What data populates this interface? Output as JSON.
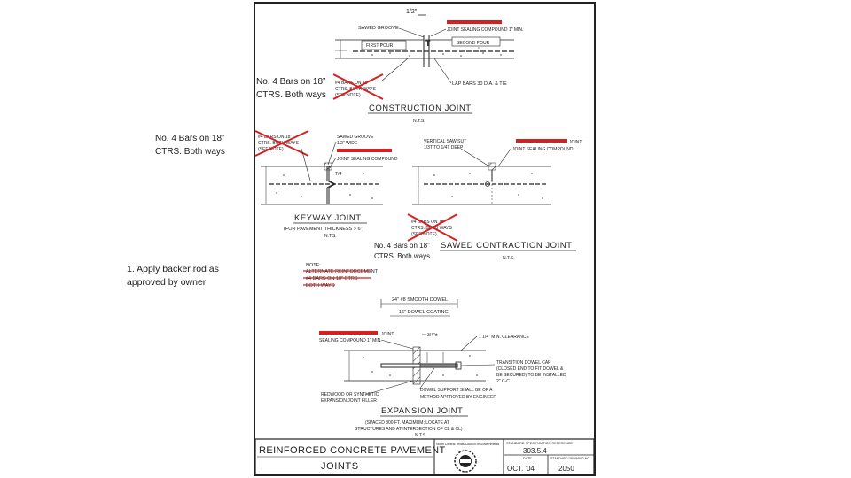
{
  "colors": {
    "ink": "#222222",
    "redact": "#d42020",
    "cross": "#d42020",
    "paper": "#ffffff"
  },
  "annotations": {
    "top_note": {
      "line1": "No. 4 Bars on 18”",
      "line2": "CTRS. Both ways"
    },
    "left_note": {
      "line1": "No. 4 Bars on 18”",
      "line2": "CTRS. Both ways"
    },
    "mid_note": {
      "line1": "No. 4 Bars on 18”",
      "line2": "CTRS. Both ways"
    },
    "backer_note": {
      "line1": "1. Apply backer rod as",
      "line2": "approved by owner"
    }
  },
  "drawing": {
    "construction": {
      "dim_top": "1/2\"",
      "sawed_groove": "SAWED GROOVE",
      "joint_sealing": "JOINT SEALING COMPOUND 1\" MIN.",
      "first_pour": "FIRST POUR",
      "second_pour": "SECOND POUR",
      "t_mark": "T",
      "lap_bars": "LAP BARS 30 DIA. & TIE",
      "struck_lines": [
        "#4 BARS ON 18\"",
        "CTRS. BOTH WAYS",
        "(SEE NOTE)"
      ],
      "title": "CONSTRUCTION JOINT",
      "nts": "N.T.S."
    },
    "keyway": {
      "struck_lines": [
        "#4 BARS ON 18\"",
        "CTRS. BOTH WAYS",
        "(SEE NOTE)"
      ],
      "sawed_groove": "SAWED GROOVE",
      "width": "1/2\" WIDE",
      "joint_sealing": "JOINT SEALING COMPOUND",
      "t4": "T/4",
      "title": "KEYWAY JOINT",
      "subtitle": "(FOR PAVEMENT THICKNESS > 6\")",
      "nts": "N.T.S."
    },
    "contraction": {
      "saw_cut": "VERTICAL SAW SUT",
      "saw_cut_depth": "1/3T TO 1/4T DEEP",
      "joint_label": "JOINT",
      "joint_sealing": "JOINT SEALING COMPOUND",
      "struck_lines": [
        "#4 BARS ON 18\"",
        "CTRS. BOTH WAYS",
        "(SEE NOTE)"
      ],
      "title": "SAWED CONTRACTION JOINT",
      "nts": "N.T.S."
    },
    "note": {
      "head": "NOTE:",
      "lines": [
        "ALTERNATE REINFORCEMENT",
        "#4 BARS ON 18\" CTRS",
        "BOTH WAYS"
      ]
    },
    "expansion": {
      "dowel": "24\" #8 SMOOTH DOWEL",
      "coating": "16\" DOWEL COATING",
      "joint": "JOINT",
      "sealing": "SEALING COMPOUND 1\" MIN.",
      "gap": "3/4\"±",
      "clearance": "1 1/4\" MIN. CLEARANCE",
      "dowel_cap": [
        "TRANSITION DOWEL CAP",
        "(CLOSED END TO FIT DOWEL &",
        "BE SECURED) TO BE INSTALLED",
        "2\" C-C"
      ],
      "filler": [
        "REDWOOD OR SYNTHETIC",
        "EXPANSION JOINT FILLER"
      ],
      "support": [
        "DOWEL SUPPORT SHALL BE OF A",
        "METHOD APPROVED BY ENGINEER"
      ],
      "title": "EXPANSION JOINT",
      "sub1": "(SPACED 800 FT. MAXIMUM; LOCATE AT",
      "sub2": "STRUCTURES AND AT INTERSECTION OF CL & CL)",
      "nts": "N.T.S."
    },
    "titleblock": {
      "line1": "REINFORCED CONCRETE PAVEMENT",
      "line2": "JOINTS",
      "agency": "North Central Texas Council of Governments",
      "spec_ref": "STANDARD SPECIFICATION REFERENCE",
      "spec_num": "303.5.4",
      "date_label": "DATE",
      "date": "OCT. '04",
      "drawing_label": "STANDARD DRAWING NO.",
      "drawing_no": "2050"
    }
  }
}
